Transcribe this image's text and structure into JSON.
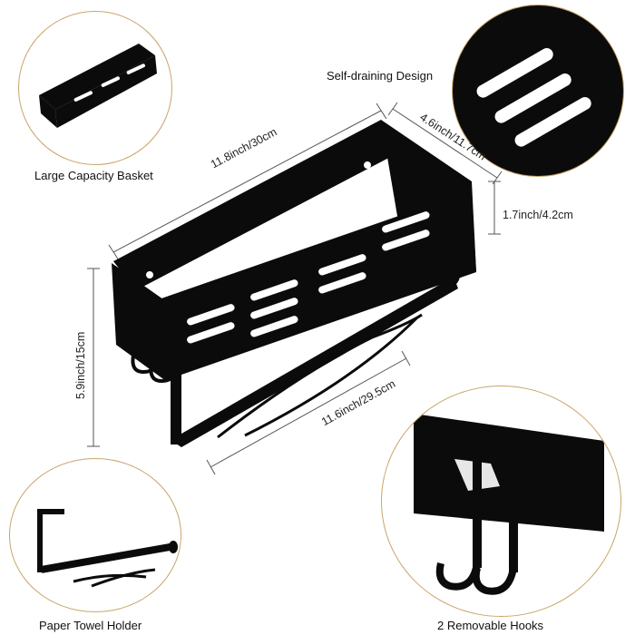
{
  "callouts": {
    "top_left": "Large Capacity Basket",
    "top_right": "Self-draining Design",
    "bottom_left": "Paper Towel Holder",
    "bottom_right": "2 Removable Hooks"
  },
  "dimensions": {
    "length": "11.8inch/30cm",
    "width": "4.6inch/11.7cm",
    "depth": "1.7inch/4.2cm",
    "height": "5.9inch/15cm",
    "rod_length": "11.6inch/29.5cm"
  },
  "colors": {
    "product": "#0b0b0b",
    "ring": "#c9a56a",
    "dimension_line": "#555555"
  }
}
